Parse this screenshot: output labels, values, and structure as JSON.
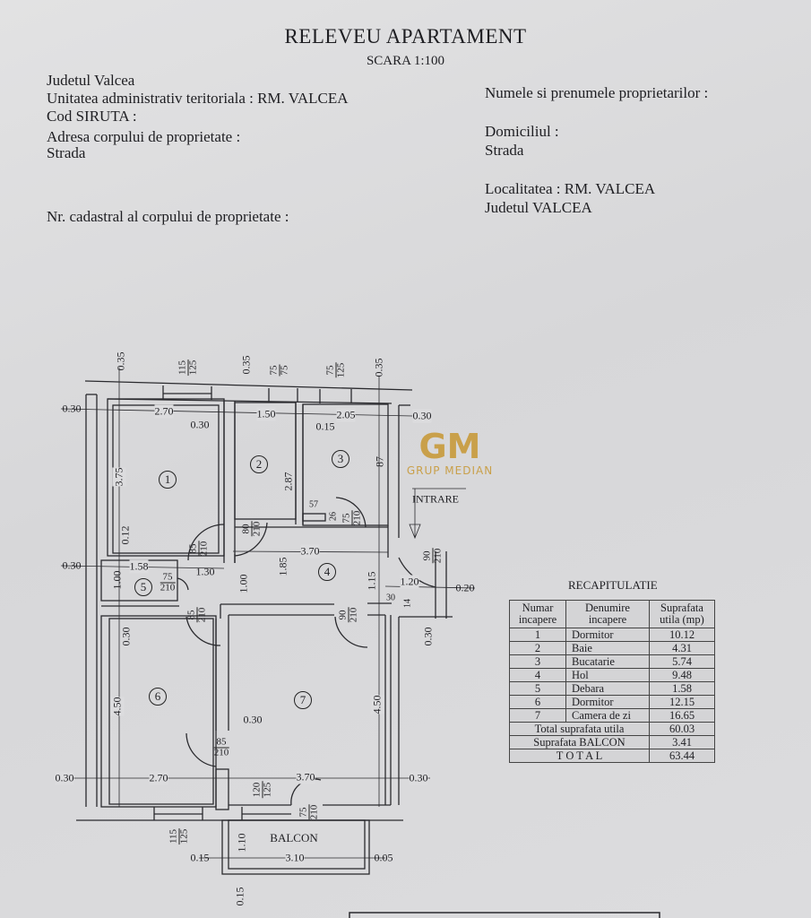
{
  "header": {
    "title": "RELEVEU  APARTAMENT",
    "scale": "SCARA 1:100",
    "left": {
      "county": "Judetul Valcea",
      "uat": "Unitatea administrativ teritoriala :  RM. VALCEA",
      "siruta": "Cod SIRUTA :",
      "address_label": "Adresa corpului de proprietate :",
      "street": "Strada",
      "cadastral": "Nr. cadastral al corpului de proprietate :"
    },
    "right": {
      "owners": "Numele si prenumele proprietarilor :",
      "domicile": "Domiciliul :",
      "street": "Strada",
      "locality": "Localitatea : RM. VALCEA",
      "county": "Judetul VALCEA"
    }
  },
  "logo": {
    "mark": "GM",
    "name": "GRUP MEDIAN"
  },
  "plan": {
    "rooms": [
      "1",
      "2",
      "3",
      "4",
      "5",
      "6",
      "7"
    ],
    "dims": [
      "0.35",
      "0.35",
      "0.35",
      "0.30",
      "2.70",
      "1.50",
      "2.05",
      "0.30",
      "0.30",
      "0.15",
      "3.75",
      "2.87",
      "87",
      "0.12",
      "3.70",
      "0.30",
      "1.58",
      "1.30",
      "1.00",
      "1.00",
      "1.85",
      "1.15",
      "1.20",
      "0.20",
      "30",
      "14",
      "0.30",
      "0.30",
      "4.50",
      "4.50",
      "0.30",
      "0.30",
      "2.70",
      "3.70",
      "0.30",
      "1.10",
      "0.15",
      "3.10",
      "0.05",
      "0.15",
      "57",
      "26"
    ],
    "openings": [
      {
        "num": "115",
        "den": "125"
      },
      {
        "num": "75",
        "den": "75"
      },
      {
        "num": "75",
        "den": "125"
      },
      {
        "num": "80",
        "den": "210"
      },
      {
        "num": "85",
        "den": "210"
      },
      {
        "num": "75",
        "den": "210"
      },
      {
        "num": "75",
        "den": "210"
      },
      {
        "num": "85",
        "den": "210"
      },
      {
        "num": "90",
        "den": "210"
      },
      {
        "num": "90",
        "den": "210"
      },
      {
        "num": "85",
        "den": "210"
      },
      {
        "num": "120",
        "den": "125"
      },
      {
        "num": "75",
        "den": "210"
      },
      {
        "num": "115",
        "den": "125"
      }
    ],
    "entrance": "INTRARE",
    "balcony": "BALCON"
  },
  "recap": {
    "title": "RECAPITULATIE",
    "headers": [
      "Numar incapere",
      "Denumire incapere",
      "Suprafata utila (mp)"
    ],
    "rows": [
      [
        "1",
        "Dormitor",
        "10.12"
      ],
      [
        "2",
        "Baie",
        "4.31"
      ],
      [
        "3",
        "Bucatarie",
        "5.74"
      ],
      [
        "4",
        "Hol",
        "9.48"
      ],
      [
        "5",
        "Debara",
        "1.58"
      ],
      [
        "6",
        "Dormitor",
        "12.15"
      ],
      [
        "7",
        "Camera de zi",
        "16.65"
      ]
    ],
    "total_useful_label": "Total suprafata utila",
    "total_useful": "60.03",
    "balcony_label": "Suprafata  BALCON",
    "balcony": "3.41",
    "total_label": "T O T A L",
    "total": "63.44"
  }
}
